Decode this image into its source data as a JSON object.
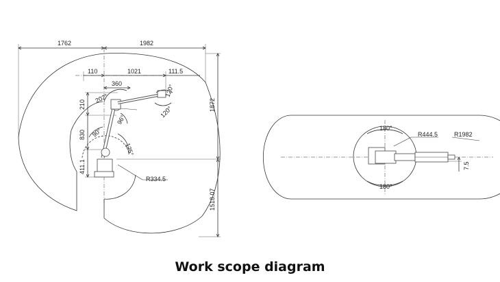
{
  "side_view": {
    "dims_top": [
      "1762",
      "1982"
    ],
    "dims_mid": [
      "110",
      "1021",
      "111.5"
    ],
    "dim_360": "360",
    "dims_right": [
      "1872",
      "1518.07"
    ],
    "dims_left": [
      "210",
      "830",
      "411.1"
    ],
    "angles": [
      "120°",
      "120°",
      "202°",
      "96°",
      "90°",
      "125°"
    ],
    "radius_label": "R334.5"
  },
  "top_view": {
    "angles": [
      "180°",
      "180°"
    ],
    "radius_inner": "R444.5",
    "radius_outer": "R1982",
    "offset": "7.5"
  },
  "caption": "Work scope diagram"
}
